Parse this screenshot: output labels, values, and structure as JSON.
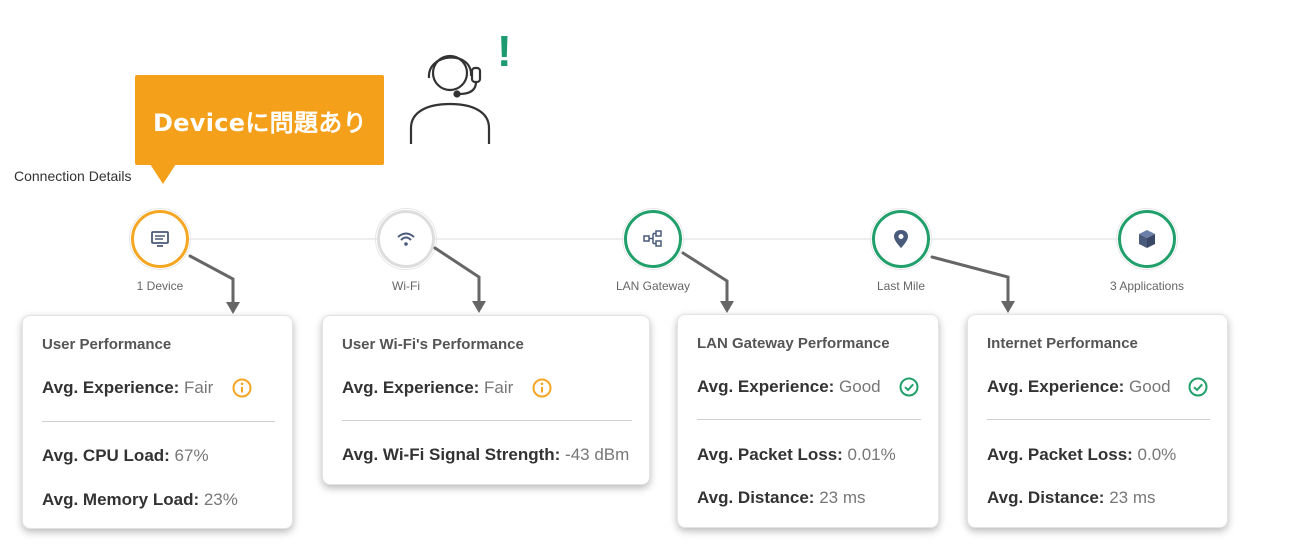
{
  "callout": {
    "text": "Deviceに問題あり"
  },
  "alert": {
    "mark": "!"
  },
  "connection": {
    "title": "Connection Details",
    "nodes": [
      {
        "label": "1 Device",
        "icon": "monitor-icon",
        "status": "warning"
      },
      {
        "label": "Wi-Fi",
        "icon": "wifi-icon",
        "status": "neutral"
      },
      {
        "label": "LAN Gateway",
        "icon": "network-gateway-icon",
        "status": "good"
      },
      {
        "label": "Last Mile",
        "icon": "location-pin-icon",
        "status": "good"
      },
      {
        "label": "3 Applications",
        "icon": "cube-icon",
        "status": "good"
      }
    ]
  },
  "cards": {
    "user": {
      "title": "User Performance",
      "experience_key": "Avg. Experience:",
      "experience_val": " Fair",
      "cpu_key": "Avg. CPU Load:",
      "cpu_val": " 67%",
      "mem_key": "Avg. Memory Load:",
      "mem_val": " 23%"
    },
    "wifi": {
      "title": "User Wi-Fi's Performance",
      "experience_key": "Avg. Experience:",
      "experience_val": " Fair",
      "signal_key": "Avg. Wi-Fi Signal Strength:",
      "signal_val": " -43 dBm"
    },
    "lan": {
      "title": "LAN Gateway Performance",
      "experience_key": "Avg. Experience:",
      "experience_val": " Good",
      "loss_key": "Avg. Packet Loss:",
      "loss_val": " 0.01%",
      "dist_key": "Avg. Distance:",
      "dist_val": " 23 ms"
    },
    "internet": {
      "title": "Internet Performance",
      "experience_key": "Avg. Experience:",
      "experience_val": " Good",
      "loss_key": "Avg. Packet Loss:",
      "loss_val": " 0.0%",
      "dist_key": "Avg. Distance:",
      "dist_val": " 23 ms"
    }
  },
  "colors": {
    "warning": "#f5a623",
    "good": "#22a06b",
    "callout": "#f5a01a",
    "icon": "#4a5a7a"
  }
}
